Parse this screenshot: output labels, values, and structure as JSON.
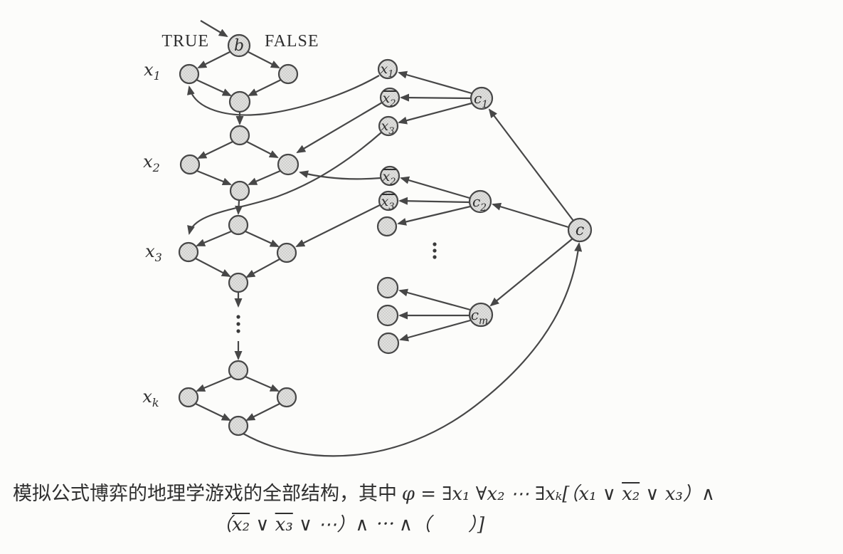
{
  "figure": {
    "entry_labels": {
      "true": "TRUE",
      "false": "FALSE"
    },
    "start_node_label": "b",
    "hub_node_label": "c",
    "variable_rows": [
      {
        "base": "x",
        "sub": "1"
      },
      {
        "base": "x",
        "sub": "2"
      },
      {
        "base": "x",
        "sub": "3"
      },
      {
        "base": "x",
        "sub": "k"
      }
    ],
    "clause_nodes": [
      {
        "base": "c",
        "sub": "1"
      },
      {
        "base": "c",
        "sub": "2"
      },
      {
        "base": "c",
        "sub": "m"
      }
    ],
    "literal_nodes": [
      {
        "base": "x",
        "sub": "1",
        "negated": false
      },
      {
        "base": "x",
        "sub": "2",
        "negated": true
      },
      {
        "base": "x",
        "sub": "3",
        "negated": false
      },
      {
        "base": "x",
        "sub": "2",
        "negated": true
      },
      {
        "base": "x",
        "sub": "3",
        "negated": true
      },
      {
        "base": "",
        "sub": "",
        "negated": false
      },
      {
        "base": "",
        "sub": "",
        "negated": false
      },
      {
        "base": "",
        "sub": "",
        "negated": false
      },
      {
        "base": "",
        "sub": "",
        "negated": false
      }
    ],
    "colors": {
      "node_fill": "#dedede",
      "node_stroke": "#474747",
      "edge": "#474747",
      "text": "#2f2f2f",
      "background": "#fcfcfa"
    }
  },
  "caption": {
    "line1_text": "模拟公式博弈的地理学游戏的全部结构，其中 ",
    "line1_formula_parts": [
      {
        "t": "φ = ∃x₁ ∀x₂ ⋯ ∃xₖ[（x₁ ∨ "
      },
      {
        "t": "x₂",
        "c": "ov"
      },
      {
        "t": " ∨ x₃）∧"
      }
    ],
    "line2_formula_parts": [
      {
        "t": "（"
      },
      {
        "t": "x₂",
        "c": "ov"
      },
      {
        "t": " ∨ "
      },
      {
        "t": "x₃",
        "c": "ov"
      },
      {
        "t": " ∨ ⋯）∧ ⋯ ∧（　　）]"
      }
    ]
  }
}
